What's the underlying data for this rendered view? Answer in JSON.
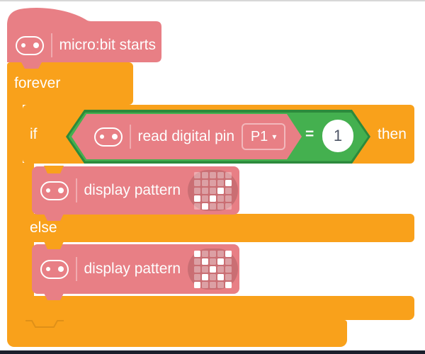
{
  "colors": {
    "pink": "#e87f85",
    "orange": "#f9a11b",
    "green": "#44b04f",
    "green_border": "#2c8a3c",
    "number_text": "#4e5566",
    "top_line": "#d7d7d7",
    "bottom_line": "#1b1e2b"
  },
  "hat": {
    "label": "micro:bit starts"
  },
  "forever": {
    "label": "forever"
  },
  "if_block": {
    "if_label": "if",
    "then_label": "then",
    "else_label": "else"
  },
  "condition": {
    "read_label": "read digital pin",
    "pin_value": "P1",
    "dropdown_arrow": "▾",
    "operator": "=",
    "compare_value": "1"
  },
  "display_then": {
    "label": "display pattern",
    "pattern": [
      [
        0,
        0,
        0,
        0,
        0
      ],
      [
        0,
        0,
        0,
        0,
        1
      ],
      [
        0,
        0,
        0,
        1,
        0
      ],
      [
        1,
        0,
        1,
        0,
        0
      ],
      [
        0,
        1,
        0,
        0,
        0
      ]
    ]
  },
  "display_else": {
    "label": "display pattern",
    "pattern": [
      [
        1,
        0,
        0,
        0,
        1
      ],
      [
        0,
        1,
        0,
        1,
        0
      ],
      [
        0,
        0,
        1,
        0,
        0
      ],
      [
        0,
        1,
        0,
        1,
        0
      ],
      [
        1,
        0,
        0,
        0,
        1
      ]
    ]
  }
}
